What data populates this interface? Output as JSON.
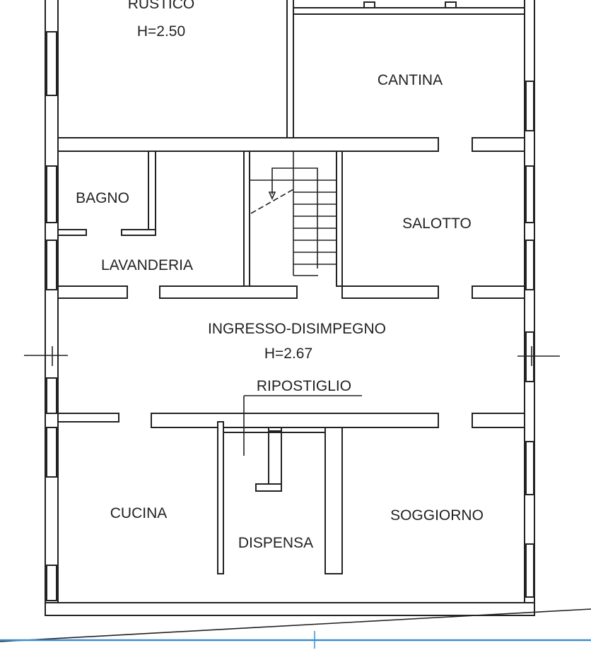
{
  "rooms": {
    "rustico": "RUSTICO",
    "rustico_height": "H=2.50",
    "cantina": "CANTINA",
    "bagno": "BAGNO",
    "salotto": "SALOTTO",
    "lavanderia": "LAVANDERIA",
    "ingresso": "INGRESSO-DISIMPEGNO",
    "ingresso_height": "H=2.67",
    "ripostiglio": "RIPOSTIGLIO",
    "cucina": "CUCINA",
    "dispensa": "DISPENSA",
    "soggiorno": "SOGGIORNO"
  },
  "colors": {
    "walls": "#222222",
    "boundary_line": "#3a8fd0"
  }
}
